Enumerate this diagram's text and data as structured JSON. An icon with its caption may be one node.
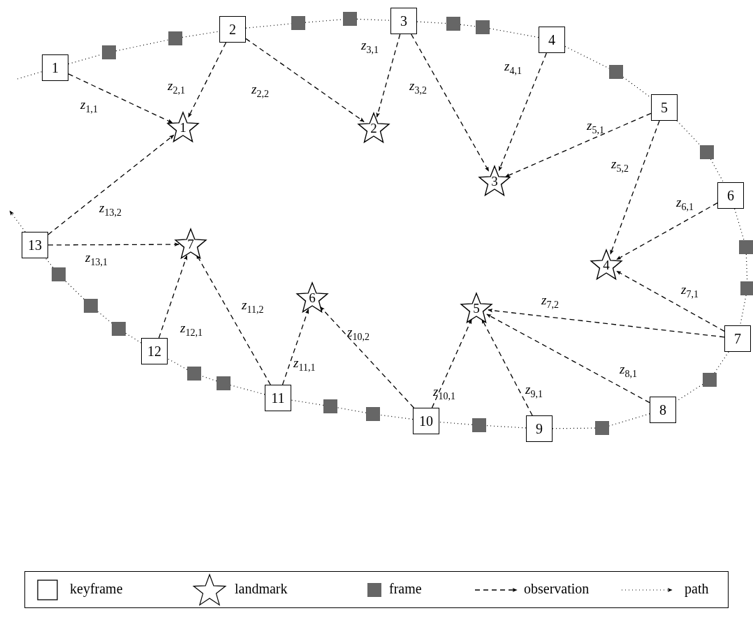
{
  "diagram": {
    "nodes": [
      {
        "text": [
          "1"
        ]
      },
      {
        "text": [
          "2"
        ]
      },
      {
        "text": [
          "3"
        ]
      },
      {
        "text": [
          "4"
        ]
      },
      {
        "text": [
          "5"
        ]
      },
      {
        "text": [
          "6"
        ]
      },
      {
        "text": [
          "7"
        ]
      },
      {
        "text": [
          "8"
        ]
      },
      {
        "text": [
          "9"
        ]
      },
      {
        "text": [
          "10"
        ]
      },
      {
        "text": [
          "11"
        ]
      },
      {
        "text": [
          "12"
        ]
      },
      {
        "text": [
          "13"
        ]
      },
      {
        "text": [
          "1"
        ]
      },
      {
        "text": [
          "2"
        ]
      },
      {
        "text": [
          "3"
        ]
      },
      {
        "text": [
          "4"
        ]
      },
      {
        "text": [
          "5"
        ]
      },
      {
        "text": [
          "6"
        ]
      },
      {
        "text": [
          "7"
        ]
      },
      {
        "text": [],
        "shape": "box"
      },
      {
        "text": [],
        "shape": "box"
      },
      {
        "text": [],
        "shape": "box"
      },
      {
        "text": [],
        "shape": "box"
      },
      {
        "text": [],
        "shape": "box"
      },
      {
        "text": [],
        "shape": "box"
      },
      {
        "text": [],
        "shape": "box"
      },
      {
        "text": [],
        "shape": "box"
      },
      {
        "text": [],
        "shape": "box"
      },
      {
        "text": [],
        "shape": "box"
      },
      {
        "text": [],
        "shape": "box"
      },
      {
        "text": [],
        "shape": "box"
      },
      {
        "text": [],
        "shape": "box"
      },
      {
        "text": [],
        "shape": "box"
      },
      {
        "text": [],
        "shape": "box"
      },
      {
        "text": [],
        "shape": "box"
      },
      {
        "text": [],
        "shape": "box"
      },
      {
        "text": [],
        "shape": "box"
      },
      {
        "text": [],
        "shape": "box"
      },
      {
        "text": [],
        "shape": "box"
      }
    ],
    "edges": [
      {
        "from": 0,
        "to": 13,
        "arrow": "to",
        "style": "dashed",
        "label": "*z*$_{1,1}$"
      },
      {
        "from": 1,
        "to": 13,
        "arrow": "to",
        "style": "dashed",
        "label": "*z*$_{2,1}$"
      },
      {
        "from": 1,
        "to": 14,
        "arrow": "to",
        "style": "dashed",
        "label": "*z*$_{2,2}$"
      },
      {
        "from": 2,
        "to": 14,
        "arrow": "to",
        "style": "dashed",
        "label": "*z*$_{3,1}$"
      },
      {
        "from": 2,
        "to": 15,
        "arrow": "to",
        "style": "dashed",
        "label": "*z*$_{3,2}$"
      },
      {
        "from": 3,
        "to": 15,
        "arrow": "to",
        "style": "dashed",
        "label": "*z*$_{4,1}$"
      },
      {
        "from": 4,
        "to": 15,
        "arrow": "to",
        "style": "dashed",
        "label": "*z*$_{5,1}$"
      },
      {
        "from": 4,
        "to": 16,
        "arrow": "to",
        "style": "dashed",
        "label": "*z*$_{5,2}$"
      },
      {
        "from": 5,
        "to": 16,
        "arrow": "to",
        "style": "dashed",
        "label": "*z*$_{6,1}$"
      },
      {
        "from": 6,
        "to": 16,
        "arrow": "to",
        "style": "dashed",
        "label": "*z*$_{7,1}$"
      },
      {
        "from": 6,
        "to": 17,
        "arrow": "to",
        "style": "dashed",
        "label": "*z*$_{7,2}$"
      },
      {
        "from": 7,
        "to": 17,
        "arrow": "to",
        "style": "dashed",
        "label": "*z*$_{8,1}$"
      },
      {
        "from": 8,
        "to": 17,
        "arrow": "to",
        "style": "dashed",
        "label": "*z*$_{9,1}$"
      },
      {
        "from": 9,
        "to": 17,
        "arrow": "to",
        "style": "dashed",
        "label": "*z*$_{10,1}$"
      },
      {
        "from": 9,
        "to": 18,
        "arrow": "to",
        "style": "dashed",
        "label": "*z*$_{10,2}$"
      },
      {
        "from": 10,
        "to": 18,
        "arrow": "to",
        "style": "dashed",
        "label": "*z*$_{11,1}$"
      },
      {
        "from": 10,
        "to": 19,
        "arrow": "to",
        "style": "dashed",
        "label": "*z*$_{11,2}$"
      },
      {
        "from": 11,
        "to": 19,
        "arrow": "to",
        "style": "dashed",
        "label": "*z*$_{12,1}$"
      },
      {
        "from": 12,
        "to": 19,
        "arrow": "to",
        "style": "dashed",
        "label": "*z*$_{13,1}$"
      },
      {
        "from": 12,
        "to": 13,
        "arrow": "to",
        "style": "dashed",
        "label": "*z*$_{13,2}$"
      },
      {
        "from": null,
        "to": 0,
        "arrow": "none"
      },
      {
        "from": 0,
        "to": 20,
        "arrow": "none"
      },
      {
        "from": 20,
        "to": 21,
        "arrow": "none"
      },
      {
        "from": 21,
        "to": 1,
        "arrow": "none"
      },
      {
        "from": 1,
        "to": 22,
        "arrow": "none"
      },
      {
        "from": 22,
        "to": 23,
        "arrow": "none"
      },
      {
        "from": 23,
        "to": 2,
        "arrow": "none"
      },
      {
        "from": 2,
        "to": 24,
        "arrow": "none"
      },
      {
        "from": 24,
        "to": 25,
        "arrow": "none"
      },
      {
        "from": 25,
        "to": 3,
        "arrow": "none"
      },
      {
        "from": 3,
        "to": 26,
        "arrow": "none"
      },
      {
        "from": 26,
        "to": 4,
        "arrow": "none"
      },
      {
        "from": 4,
        "to": 27,
        "arrow": "none"
      },
      {
        "from": 27,
        "to": 5,
        "arrow": "none"
      },
      {
        "from": 5,
        "to": 28,
        "arrow": "none"
      },
      {
        "from": 28,
        "to": 29,
        "arrow": "none"
      },
      {
        "from": 29,
        "to": 6,
        "arrow": "none"
      },
      {
        "from": 6,
        "to": 30,
        "arrow": "none"
      },
      {
        "from": 30,
        "to": 7,
        "arrow": "none"
      },
      {
        "from": 7,
        "to": 31,
        "arrow": "none"
      },
      {
        "from": 31,
        "to": 8,
        "arrow": "none"
      },
      {
        "from": 8,
        "to": 32,
        "arrow": "none"
      },
      {
        "from": 32,
        "to": 9,
        "arrow": "none"
      },
      {
        "from": 9,
        "to": 33,
        "arrow": "none"
      },
      {
        "from": 33,
        "to": 34,
        "arrow": "none"
      },
      {
        "from": 34,
        "to": 10,
        "arrow": "none"
      },
      {
        "from": 10,
        "to": 35,
        "arrow": "none"
      },
      {
        "from": 35,
        "to": 36,
        "arrow": "none"
      },
      {
        "from": 36,
        "to": 11,
        "arrow": "none"
      },
      {
        "from": 11,
        "to": 37,
        "arrow": "none"
      },
      {
        "from": 37,
        "to": 38,
        "arrow": "none"
      },
      {
        "from": 38,
        "to": 39,
        "arrow": "none"
      },
      {
        "from": 39,
        "to": 12,
        "arrow": "none"
      },
      {
        "from": 12,
        "to": null,
        "arrow": "to"
      }
    ],
    "legend": [
      {
        "text": "keyframe"
      },
      {
        "text": "landmark"
      },
      {
        "text": "frame",
        "color": "#666666"
      },
      {
        "text": "observation"
      },
      {
        "text": "path"
      }
    ]
  }
}
